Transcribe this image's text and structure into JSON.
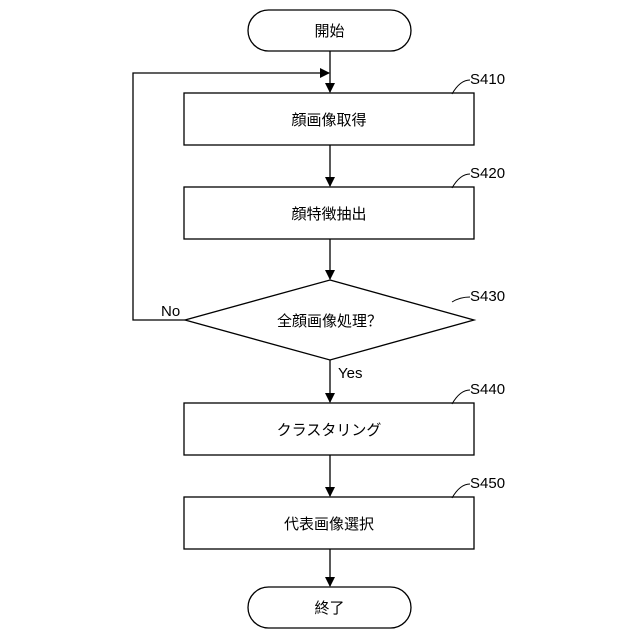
{
  "flowchart": {
    "start": "開始",
    "end": "終了",
    "steps": [
      {
        "id": "S410",
        "label": "顔画像取得"
      },
      {
        "id": "S420",
        "label": "顔特徴抽出"
      },
      {
        "id": "S430",
        "label": "全顔画像処理？"
      },
      {
        "id": "S440",
        "label": "クラスタリング"
      },
      {
        "id": "S450",
        "label": "代表画像選択"
      }
    ],
    "branch": {
      "no": "No",
      "yes": "Yes"
    }
  }
}
